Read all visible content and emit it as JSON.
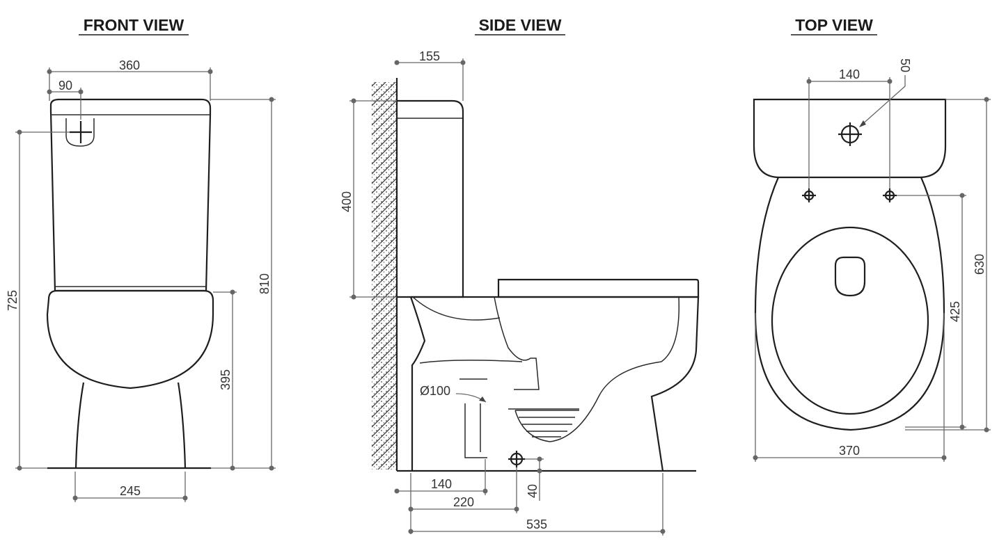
{
  "titles": {
    "front": "FRONT VIEW",
    "side": "SIDE VIEW",
    "top": "TOP VIEW"
  },
  "front_dims": {
    "width": "360",
    "inlet_offset": "90",
    "overall_height": "810",
    "inlet_height": "725",
    "seat_height": "395",
    "base_width": "245"
  },
  "side_dims": {
    "cistern_depth": "155",
    "cistern_height": "400",
    "outlet_diameter": "Ø100",
    "outlet_offset": "140",
    "outlet_center": "220",
    "outlet_height": "40",
    "overall_depth": "535"
  },
  "top_dims": {
    "hole_spacing": "140",
    "inlet_diameter": "50",
    "overall_length": "630",
    "hole_to_front": "425",
    "width": "370"
  },
  "colors": {
    "outline": "#1e1e1e",
    "dimension": "#666666"
  }
}
